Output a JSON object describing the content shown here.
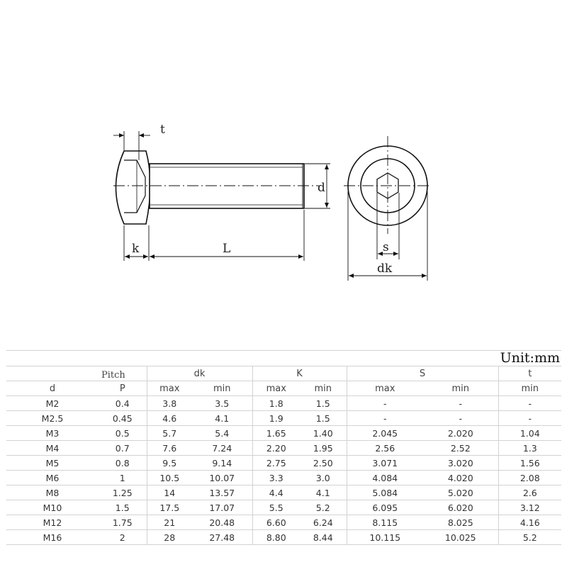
{
  "drawing": {
    "labels": {
      "t": "t",
      "d": "d",
      "k": "k",
      "L": "L",
      "s": "s",
      "dk": "dk"
    }
  },
  "unit_label": "Unit:mm",
  "table": {
    "header": {
      "pitch": "Pitch",
      "dk": "dk",
      "K": "K",
      "S": "S",
      "t": "t",
      "d": "d",
      "P": "P",
      "dk_max": "max",
      "dk_min": "min",
      "k_max": "max",
      "k_min": "min",
      "s_max": "max",
      "s_min": "min",
      "t_min": "min"
    },
    "rows": [
      [
        "M2",
        "0.4",
        "3.8",
        "3.5",
        "1.8",
        "1.5",
        "-",
        "-",
        "-"
      ],
      [
        "M2.5",
        "0.45",
        "4.6",
        "4.1",
        "1.9",
        "1.5",
        "-",
        "-",
        "-"
      ],
      [
        "M3",
        "0.5",
        "5.7",
        "5.4",
        "1.65",
        "1.40",
        "2.045",
        "2.020",
        "1.04"
      ],
      [
        "M4",
        "0.7",
        "7.6",
        "7.24",
        "2.20",
        "1.95",
        "2.56",
        "2.52",
        "1.3"
      ],
      [
        "M5",
        "0.8",
        "9.5",
        "9.14",
        "2.75",
        "2.50",
        "3.071",
        "3.020",
        "1.56"
      ],
      [
        "M6",
        "1",
        "10.5",
        "10.07",
        "3.3",
        "3.0",
        "4.084",
        "4.020",
        "2.08"
      ],
      [
        "M8",
        "1.25",
        "14",
        "13.57",
        "4.4",
        "4.1",
        "5.084",
        "5.020",
        "2.6"
      ],
      [
        "M10",
        "1.5",
        "17.5",
        "17.07",
        "5.5",
        "5.2",
        "6.095",
        "6.020",
        "3.12"
      ],
      [
        "M12",
        "1.75",
        "21",
        "20.48",
        "6.60",
        "6.24",
        "8.115",
        "8.025",
        "4.16"
      ],
      [
        "M16",
        "2",
        "28",
        "27.48",
        "8.80",
        "8.44",
        "10.115",
        "10.025",
        "5.2"
      ]
    ]
  }
}
